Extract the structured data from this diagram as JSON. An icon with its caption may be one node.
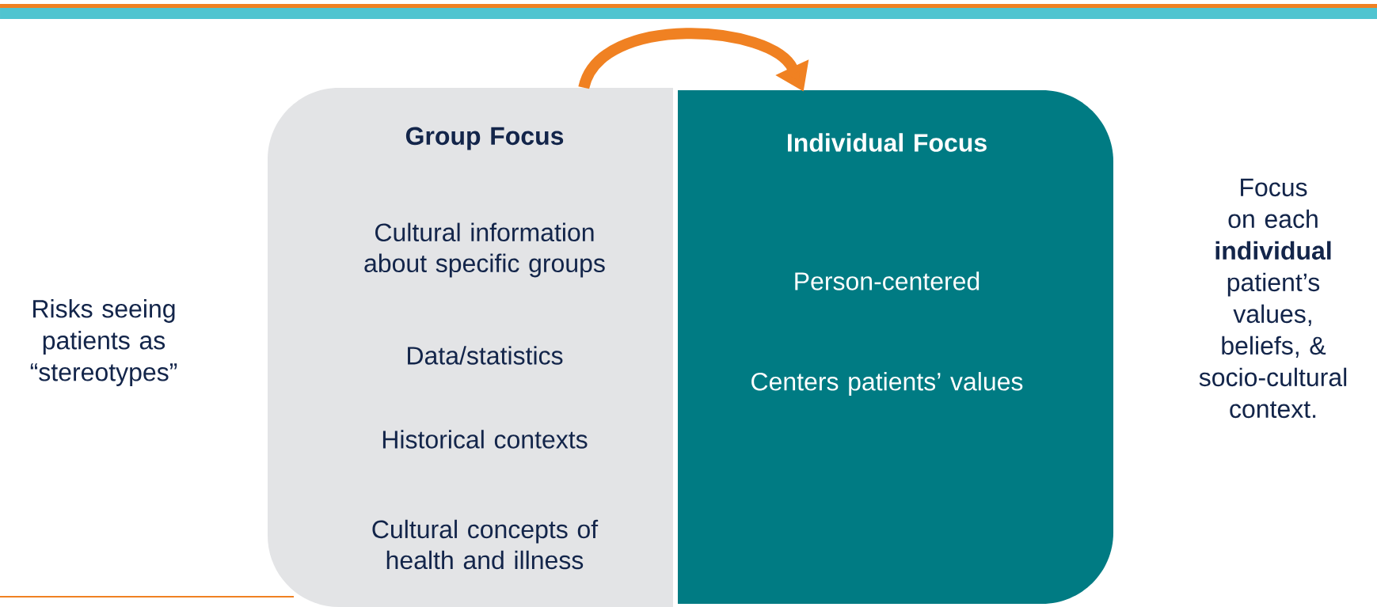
{
  "diagram": {
    "nodes": [
      {
        "text": [
          "Group Focus",
          "Cultural information about specific groups",
          "Data/statistics",
          "Historical contexts",
          "Cultural concepts of health and illness"
        ]
      },
      {
        "text": [
          "Individual Focus",
          "Person-centered",
          "Centers patients’ values"
        ]
      }
    ],
    "edges": [
      {
        "from": 0,
        "to": 1,
        "arrow": "to",
        "color": "#f08122"
      }
    ],
    "labels": [
      "Risks seeing patients as “stereotypes”",
      "Focus on each **individual** patient’s values, beliefs, & socio-cultural context."
    ]
  }
}
